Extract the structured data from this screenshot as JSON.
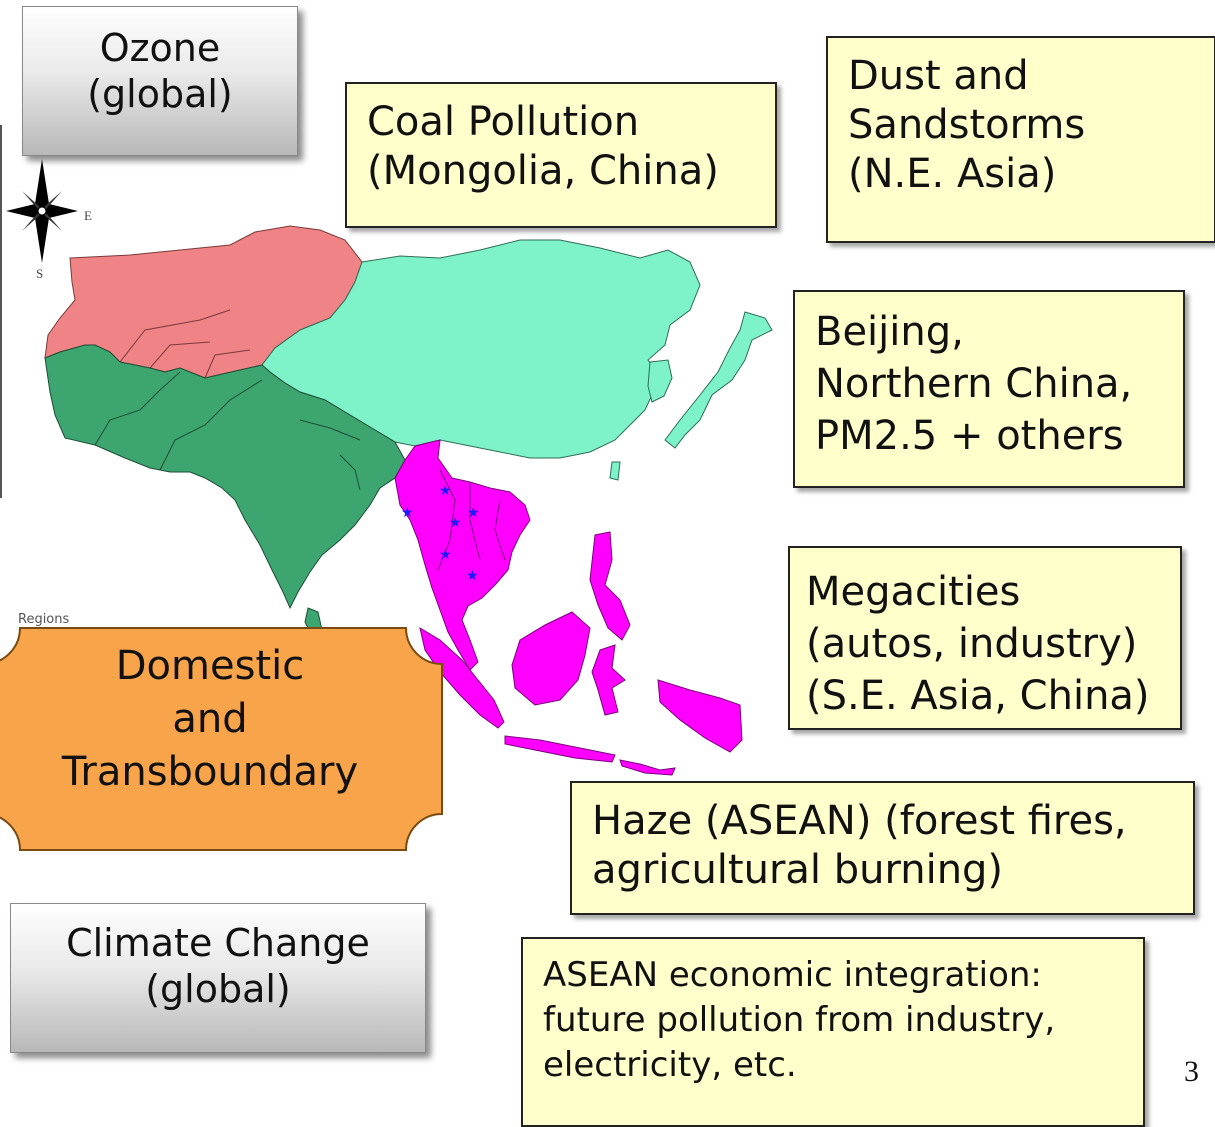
{
  "colors": {
    "central_asia": "#f08385",
    "south_asia": "#3da570",
    "east_asia": "#7ef2c8",
    "southeast_asia": "#ff00ff",
    "callout_fill": "#ffffcc",
    "domestic_fill": "#f7a44a",
    "gray_fill": "#d6d6d6",
    "star_color": "#1a1aff"
  },
  "compass": {
    "east": "E",
    "south": "S"
  },
  "map": {
    "regions_label": "Regions"
  },
  "callouts": {
    "ozone": [
      "Ozone",
      "(global)"
    ],
    "coal": [
      "Coal Pollution",
      "(Mongolia, China)"
    ],
    "dust": [
      "Dust and",
      "Sandstorms",
      "(N.E. Asia)"
    ],
    "beijing": [
      "Beijing,",
      "Northern China,",
      "PM2.5 + others"
    ],
    "megacities": [
      "Megacities",
      "(autos, industry)",
      "(S.E. Asia, China)"
    ],
    "domestic": [
      "Domestic",
      "and",
      "Transboundary"
    ],
    "haze": [
      "Haze (ASEAN) (forest fires,",
      "agricultural burning)"
    ],
    "climate": [
      "Climate Change",
      "(global)"
    ],
    "asean": [
      "ASEAN economic integration:",
      "future pollution from industry,",
      "electricity, etc."
    ]
  },
  "page_number": "3"
}
